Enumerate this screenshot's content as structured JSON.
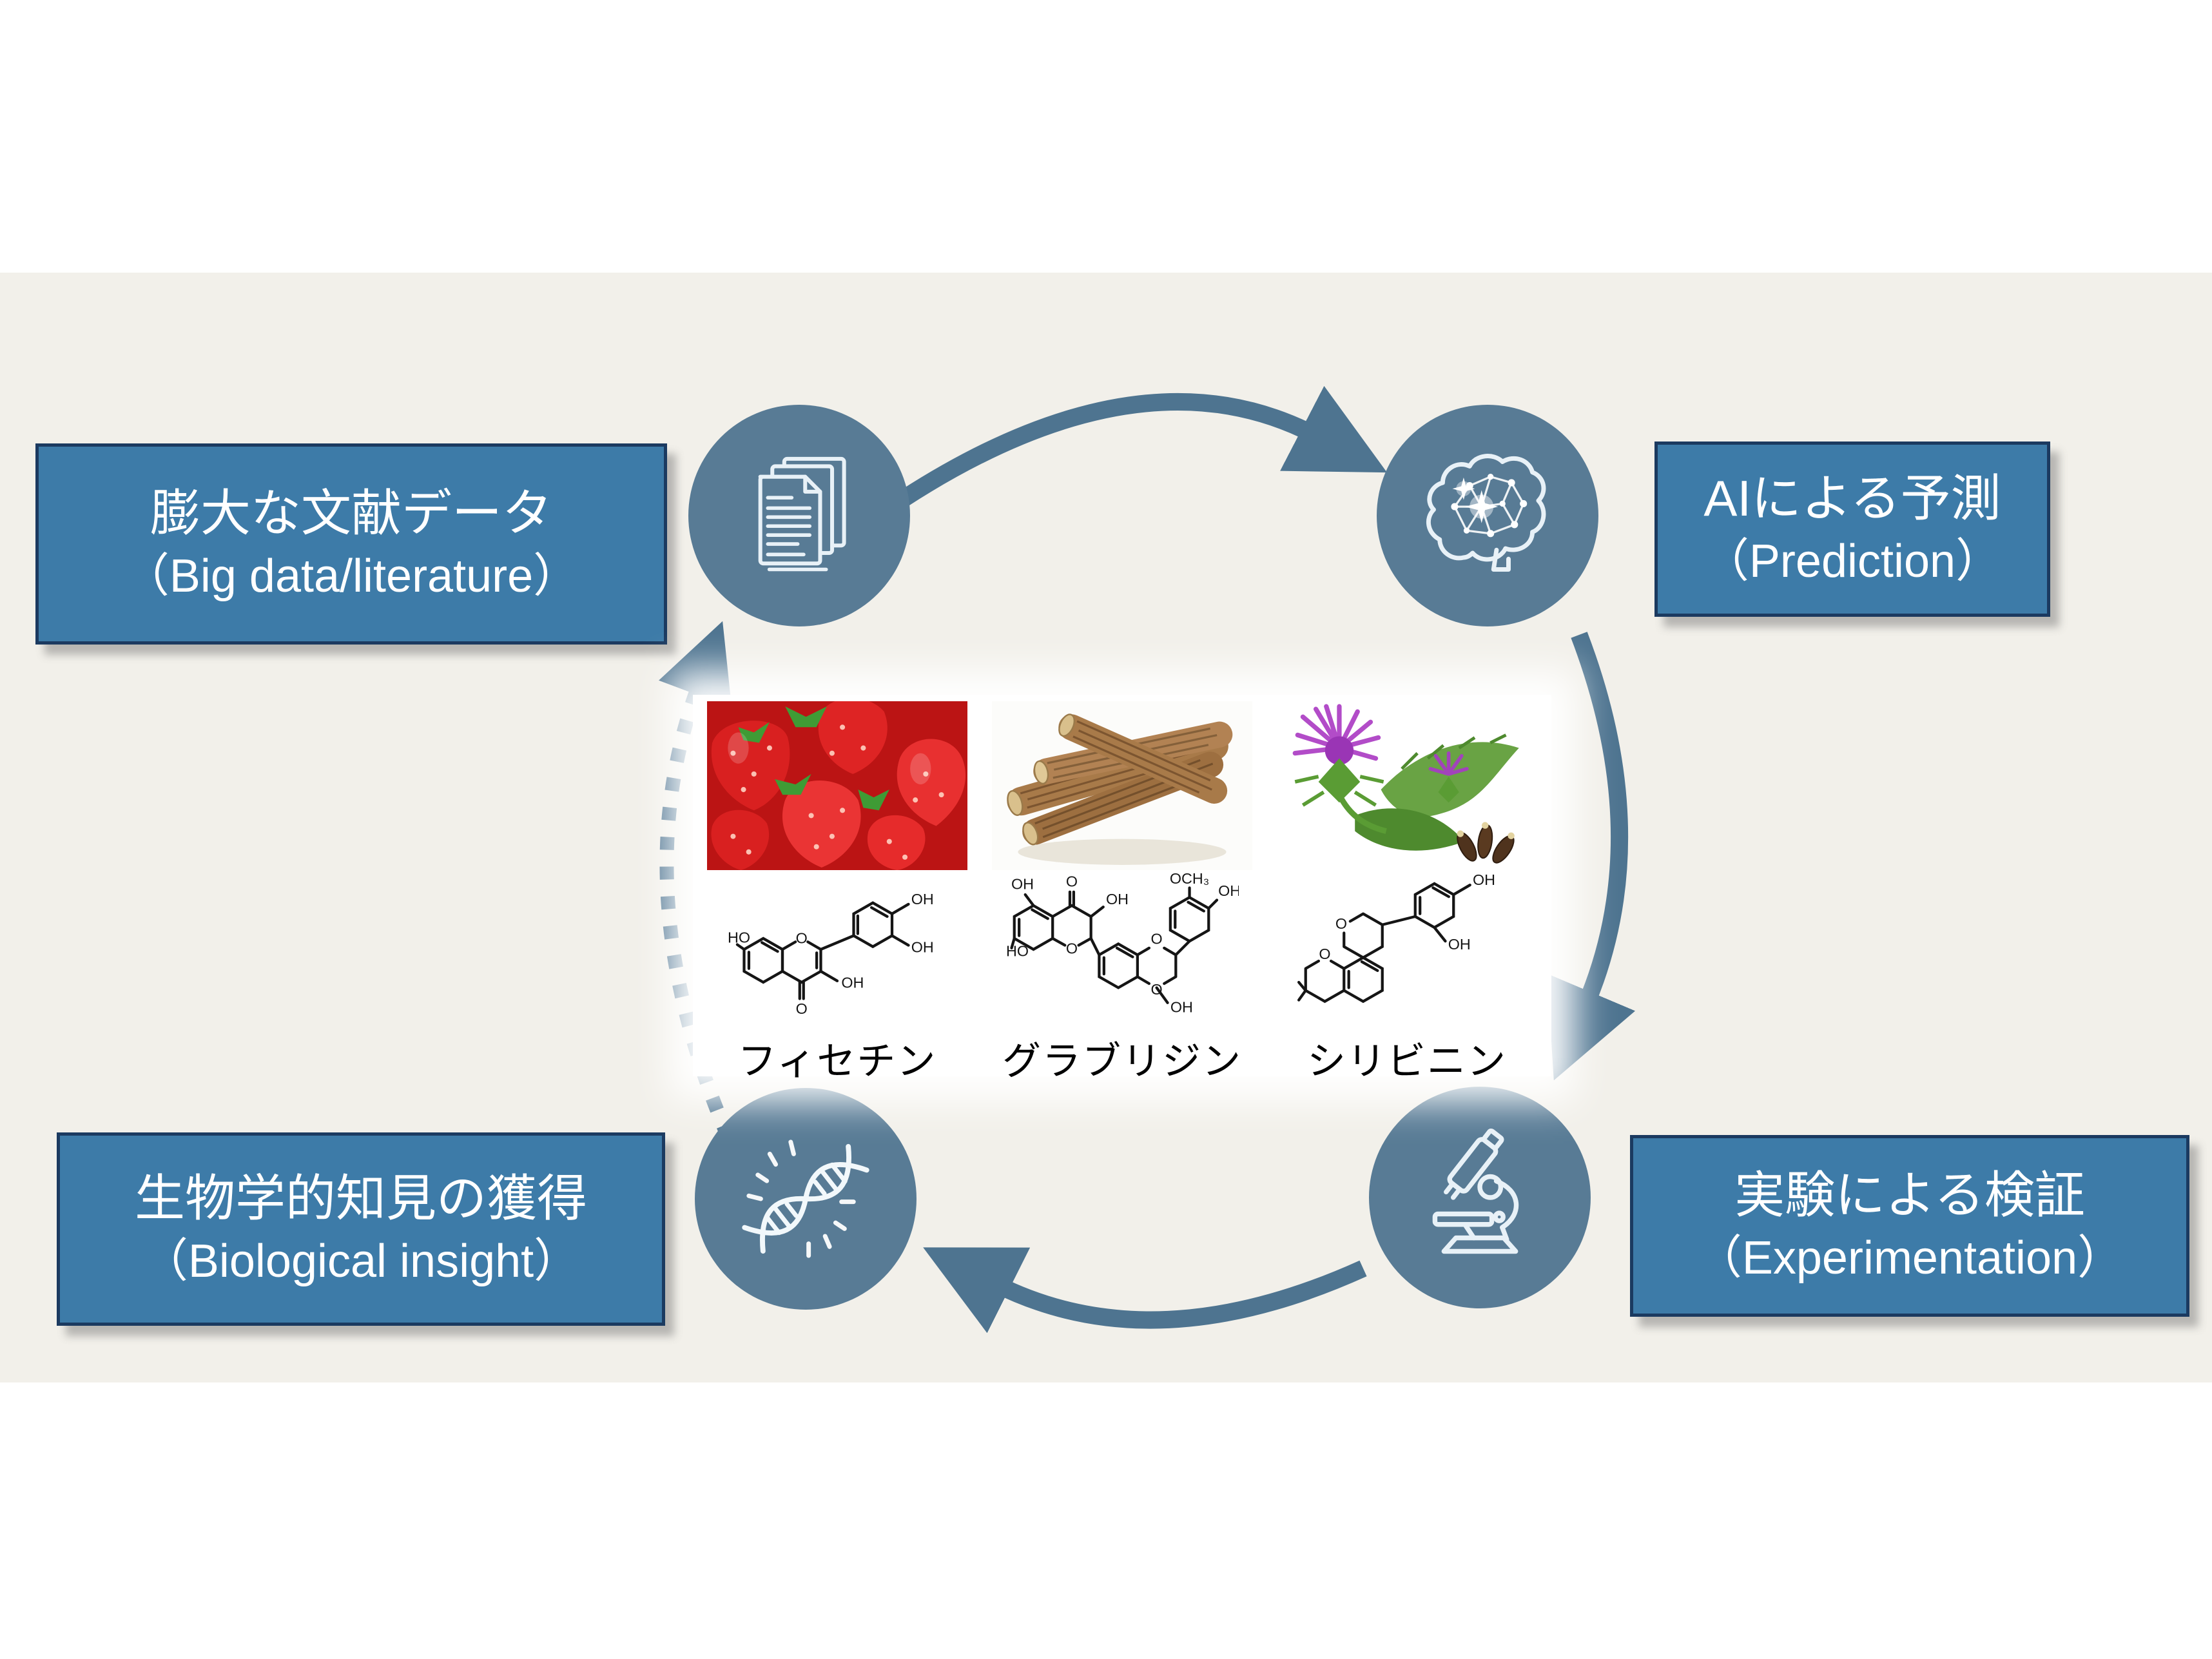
{
  "slide": {
    "description": "AI-driven natural product research cycle",
    "band_color": "#f2f0ea",
    "page_color": "#ffffff"
  },
  "colors": {
    "box_fill": "#3d7ba8",
    "box_border": "#1b3a60",
    "node_circle": "#587b95",
    "arrow": "#4e7490",
    "box_text": "#ffffff",
    "compound_text": "#000000"
  },
  "cycle": {
    "nodes": [
      {
        "id": "big-data",
        "label_ja": "膨大な文献データ",
        "label_en": "（Big data/literature）",
        "icon": "documents-icon"
      },
      {
        "id": "prediction",
        "label_ja": "AIによる予測",
        "label_en": "（Prediction）",
        "icon": "brain-icon"
      },
      {
        "id": "experimentation",
        "label_ja": "実験による検証",
        "label_en": "（Experimentation）",
        "icon": "microscope-icon"
      },
      {
        "id": "insight",
        "label_ja": "生物学的知見の獲得",
        "label_en": "（Biological insight）",
        "icon": "dna-icon"
      }
    ],
    "arrows": [
      {
        "from": "big-data",
        "to": "prediction",
        "style": "solid"
      },
      {
        "from": "prediction",
        "to": "experimentation",
        "style": "solid"
      },
      {
        "from": "experimentation",
        "to": "insight",
        "style": "solid"
      },
      {
        "from": "insight",
        "to": "big-data",
        "style": "dashed"
      }
    ]
  },
  "compounds": [
    {
      "name": "フィセチン",
      "photo": "strawberries-photo",
      "atom_labels": [
        "HO",
        "O",
        "OH",
        "OH",
        "OH",
        "O"
      ]
    },
    {
      "name": "グラブリジン",
      "photo": "licorice-roots-photo",
      "atom_labels": [
        "OH",
        "O",
        "OH",
        "HO",
        "O",
        "OCH₃",
        "OH",
        "O",
        "O",
        "OH"
      ]
    },
    {
      "name": "シリビニン",
      "photo": "milk-thistle-photo",
      "atom_labels": [
        "O",
        "O",
        "OH",
        "OH"
      ]
    }
  ]
}
